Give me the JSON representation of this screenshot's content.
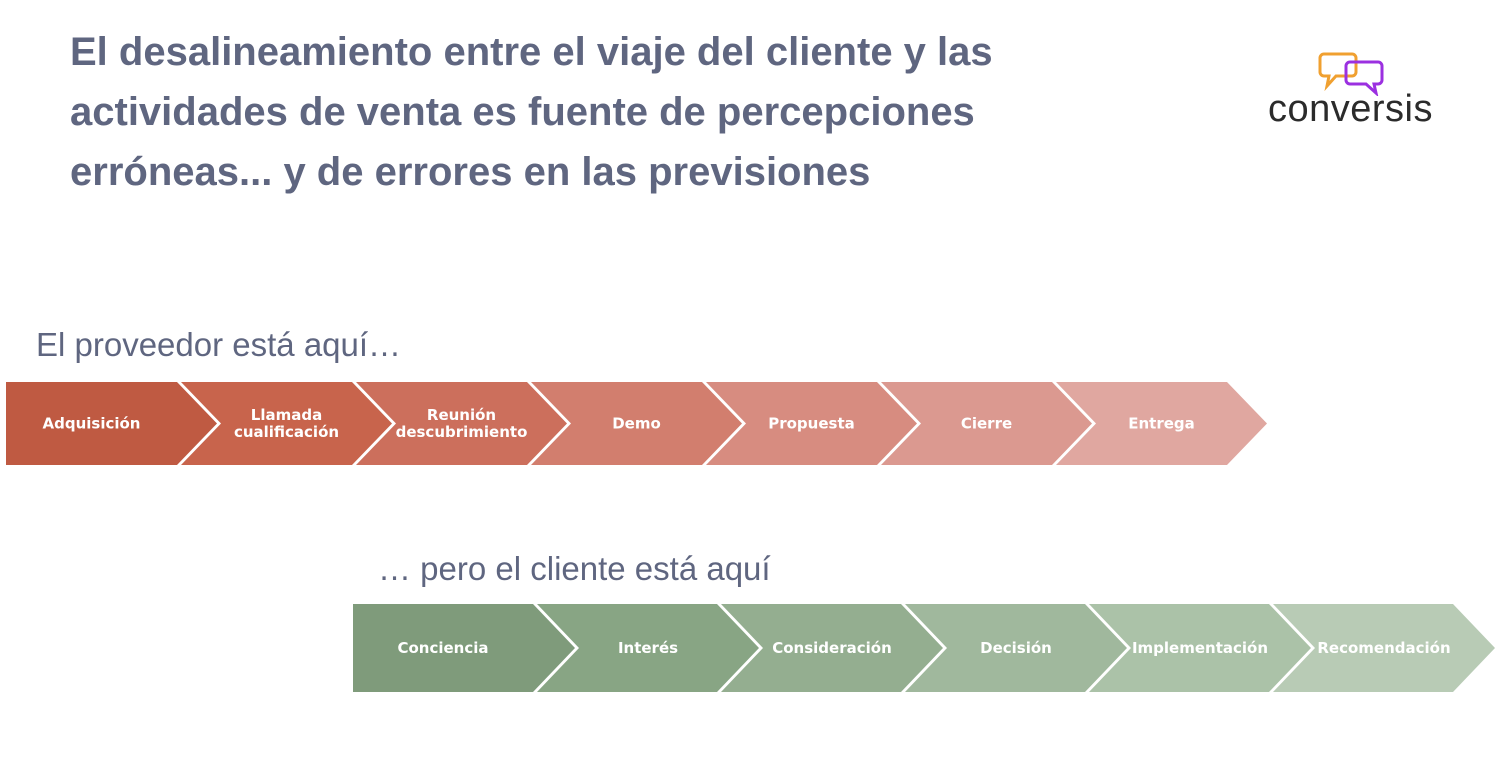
{
  "title": "El desalineamiento entre el viaje del cliente y las actividades de venta es fuente de percepciones erróneas... y de errores en las previsiones",
  "logo": {
    "text": "conversis",
    "icon": "chat-bubbles-icon",
    "colors": [
      "#f0a030",
      "#9b30e0"
    ]
  },
  "vendor": {
    "label": "El proveedor está aquí…",
    "stages": [
      {
        "lines": [
          "Adquisición"
        ],
        "color": "#bf5a42"
      },
      {
        "lines": [
          "Llamada",
          "cualificación"
        ],
        "color": "#c8644c"
      },
      {
        "lines": [
          "Reunión",
          "descubrimiento"
        ],
        "color": "#cc6f5c"
      },
      {
        "lines": [
          "Demo"
        ],
        "color": "#d27e6e"
      },
      {
        "lines": [
          "Propuesta"
        ],
        "color": "#d78c80"
      },
      {
        "lines": [
          "Cierre"
        ],
        "color": "#db9990"
      },
      {
        "lines": [
          "Entrega"
        ],
        "color": "#e0a7a0"
      }
    ]
  },
  "client": {
    "label": "… pero el cliente está aquí",
    "stages": [
      {
        "lines": [
          "Conciencia"
        ],
        "color": "#7f9b7b"
      },
      {
        "lines": [
          "Interés"
        ],
        "color": "#88a584"
      },
      {
        "lines": [
          "Consideración"
        ],
        "color": "#94ae90"
      },
      {
        "lines": [
          "Decisión"
        ],
        "color": "#a0b89d"
      },
      {
        "lines": [
          "Implementación"
        ],
        "color": "#abc2a8"
      },
      {
        "lines": [
          "Recomendación"
        ],
        "color": "#b8cbb5"
      }
    ]
  }
}
